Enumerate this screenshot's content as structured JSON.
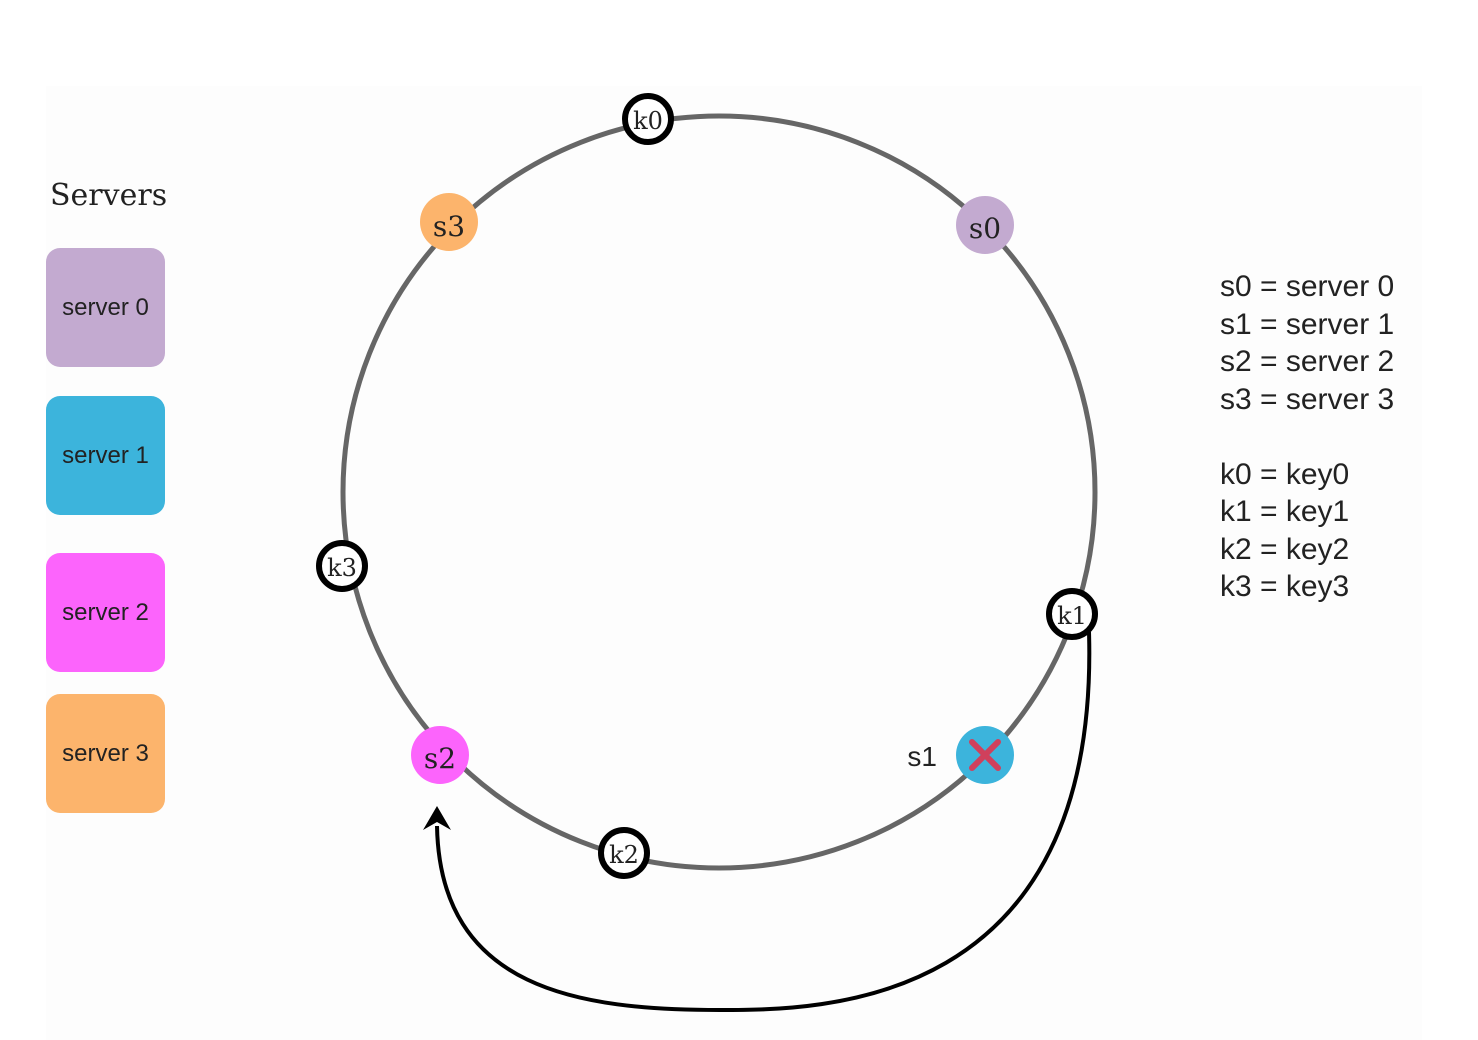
{
  "legend": {
    "title": "Servers",
    "servers": [
      {
        "label": "server 0",
        "color": "#c3aad0"
      },
      {
        "label": "server 1",
        "color": "#3cb4dc"
      },
      {
        "label": "server 2",
        "color": "#fc64fc"
      },
      {
        "label": "server 3",
        "color": "#fcb46c"
      }
    ]
  },
  "ring": {
    "server_nodes": {
      "s0": {
        "label": "s0",
        "color": "#c3aad0"
      },
      "s1": {
        "label": "s1",
        "color": "#3cb4dc",
        "removed": true,
        "cross_color": "#d0405c"
      },
      "s2": {
        "label": "s2",
        "color": "#fc64fc"
      },
      "s3": {
        "label": "s3",
        "color": "#fcb46c"
      }
    },
    "key_nodes": {
      "k0": {
        "label": "k0"
      },
      "k1": {
        "label": "k1"
      },
      "k2": {
        "label": "k2"
      },
      "k3": {
        "label": "k3"
      }
    },
    "ring_color": "#666666"
  },
  "key_legend": {
    "servers": [
      "s0 = server 0",
      "s1 = server 1",
      "s2 = server 2",
      "s3 = server 3"
    ],
    "keys": [
      "k0 = key0",
      "k1 = key1",
      "k2 = key2",
      "k3 = key3"
    ]
  }
}
